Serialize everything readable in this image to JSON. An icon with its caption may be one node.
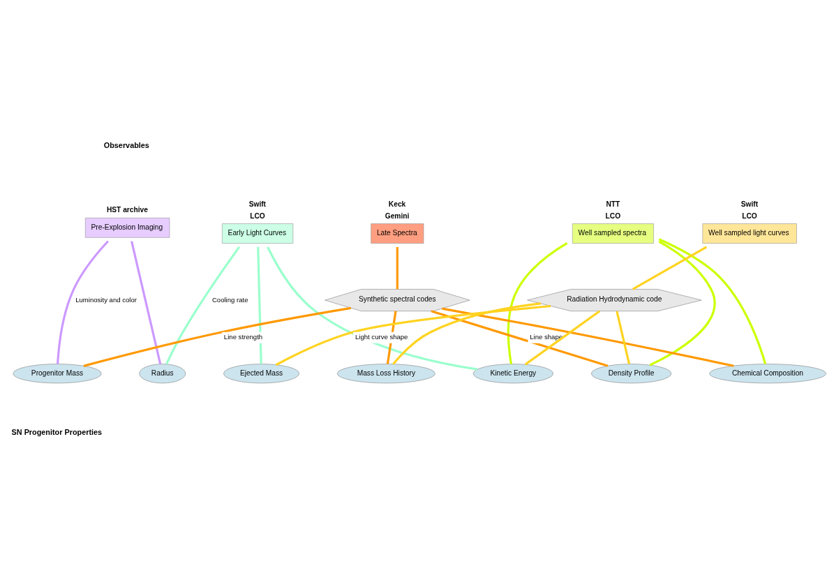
{
  "diagram": {
    "nodes": [
      {
        "text": [
          "Pre-Explosion Imaging"
        ],
        "beside": [
          "HST archive"
        ]
      },
      {
        "text": [
          "Early Light Curves"
        ],
        "beside": [
          "Swift",
          "LCO"
        ]
      },
      {
        "text": [
          "Late Spectra"
        ],
        "beside": [
          "Keck",
          "Gemini"
        ]
      },
      {
        "text": [
          "Well sampled spectra"
        ],
        "beside": [
          "NTT",
          "LCO"
        ]
      },
      {
        "text": [
          "Well sampled light curves"
        ],
        "beside": [
          "Swift",
          "LCO"
        ]
      },
      {
        "text": [
          "Synthetic spectral codes"
        ]
      },
      {
        "text": [
          "Radiation Hydrodynamic code"
        ]
      },
      {
        "text": [
          "Progenitor Mass"
        ]
      },
      {
        "text": [
          "Radius"
        ]
      },
      {
        "text": [
          "Ejected Mass"
        ]
      },
      {
        "text": [
          "Mass Loss History"
        ]
      },
      {
        "text": [
          "Kinetic Energy"
        ]
      },
      {
        "text": [
          "Density Profile"
        ]
      },
      {
        "text": [
          "Chemical Composition"
        ]
      }
    ],
    "edges": [
      {
        "from": 0,
        "to": 7,
        "arrow": "none",
        "label": "Luminosity and color",
        "color": "#cc99ff"
      },
      {
        "from": 0,
        "to": 8,
        "arrow": "none",
        "color": "#cc99ff"
      },
      {
        "from": 1,
        "to": 8,
        "arrow": "none",
        "label": "Cooling rate",
        "color": "#99ffcc"
      },
      {
        "from": 1,
        "to": 9,
        "arrow": "none",
        "color": "#99ffcc"
      },
      {
        "from": 1,
        "to": 11,
        "arrow": "none",
        "color": "#99ffcc"
      },
      {
        "from": 2,
        "to": 5,
        "arrow": "none",
        "color": "#ff9900"
      },
      {
        "from": 5,
        "to": 7,
        "arrow": "none",
        "label": "Line strength",
        "color": "#ff9900"
      },
      {
        "from": 5,
        "to": 10,
        "arrow": "none",
        "color": "#ff9900"
      },
      {
        "from": 5,
        "to": 12,
        "arrow": "none",
        "label": "Line shape",
        "color": "#ff9900"
      },
      {
        "from": 5,
        "to": 13,
        "arrow": "none",
        "color": "#ff9900"
      },
      {
        "from": 3,
        "to": 11,
        "arrow": "none",
        "color": "#ccff00"
      },
      {
        "from": 3,
        "to": 12,
        "arrow": "none",
        "color": "#ccff00"
      },
      {
        "from": 3,
        "to": 13,
        "arrow": "none",
        "color": "#ccff00"
      },
      {
        "from": 4,
        "to": 6,
        "arrow": "none",
        "color": "#ffd320"
      },
      {
        "from": 6,
        "to": 9,
        "arrow": "none",
        "label": "Light curve shape",
        "color": "#ffd320"
      },
      {
        "from": 6,
        "to": 10,
        "arrow": "none",
        "color": "#ffd320"
      },
      {
        "from": 6,
        "to": 11,
        "arrow": "none",
        "color": "#ffd320"
      },
      {
        "from": 6,
        "to": 12,
        "arrow": "none",
        "color": "#ffd320"
      }
    ],
    "labels": [
      "Observables",
      "SN Progenitor Properties"
    ]
  }
}
